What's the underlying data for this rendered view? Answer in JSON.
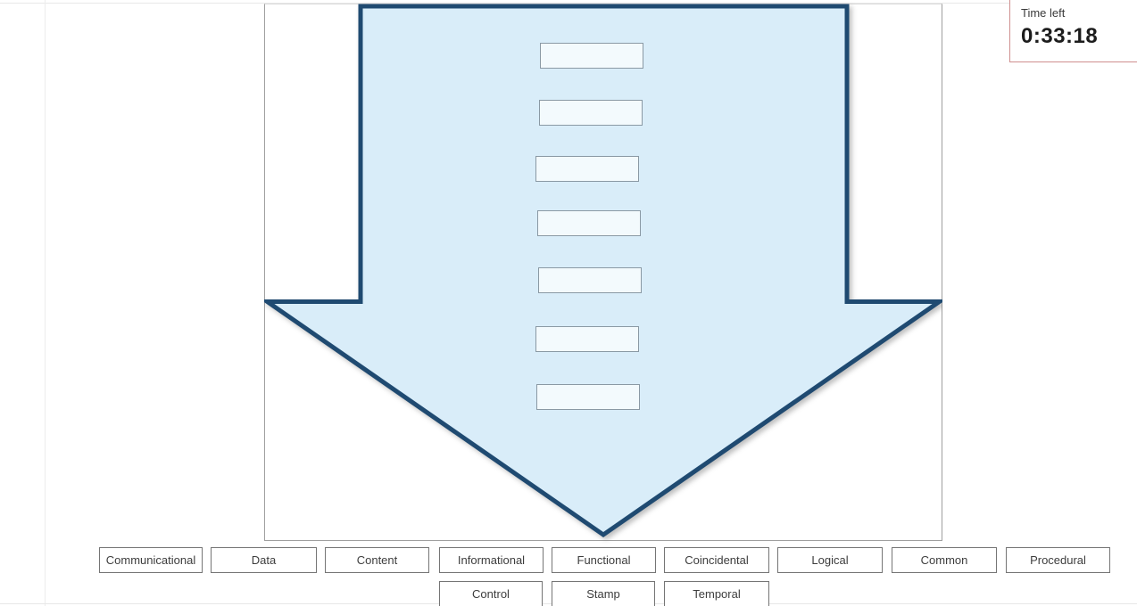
{
  "timer": {
    "label": "Time left",
    "value": "0:33:18",
    "border_color": "#cf8f8f"
  },
  "question": {
    "diagram_type": "down-arrow",
    "arrow_fill_color": "#d9edf9",
    "arrow_border_color": "#1f4a71",
    "slot_count": 7,
    "slots": [
      "",
      "",
      "",
      "",
      "",
      "",
      ""
    ]
  },
  "options": [
    "Communicational",
    "Data",
    "Content",
    "Informational",
    "Functional",
    "Coincidental",
    "Logical",
    "Common",
    "Procedural",
    "Control",
    "Stamp",
    "Temporal"
  ]
}
